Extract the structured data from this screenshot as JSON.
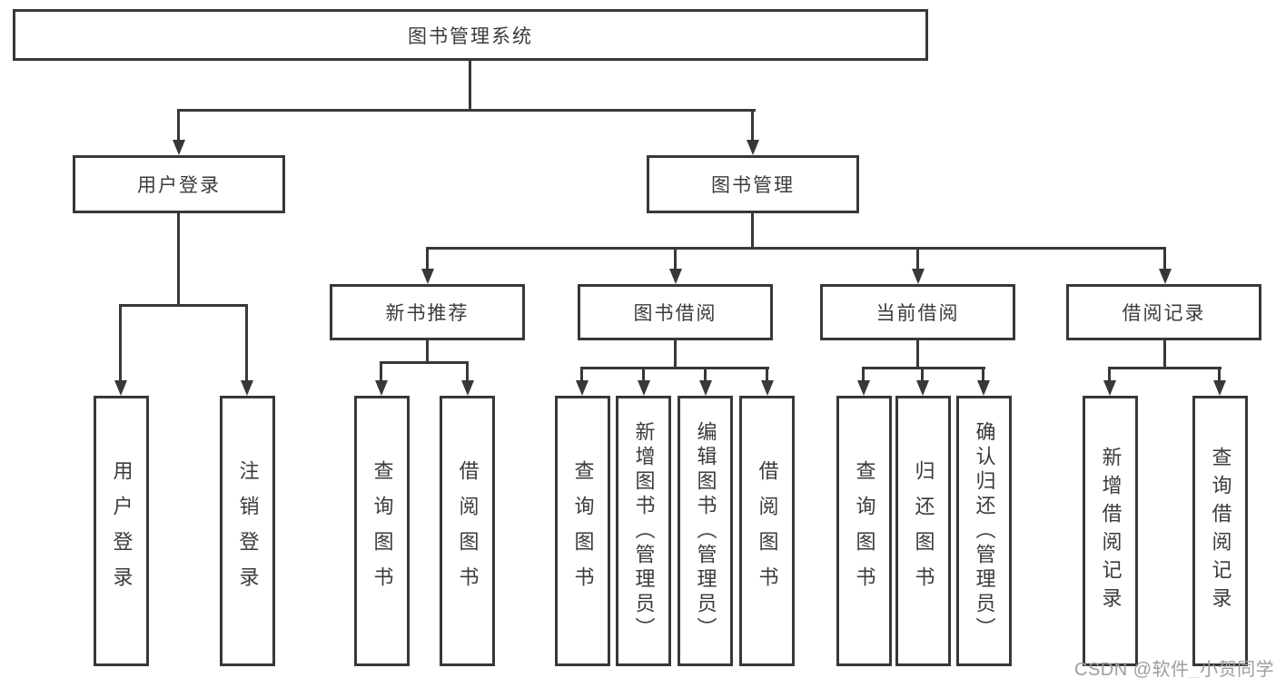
{
  "diagram": {
    "title": "图书管理系统",
    "watermark": "CSDN @软件_小贺同学",
    "colors": {
      "line": "#38383a",
      "text": "#3b3b3d",
      "watermark": "#9e9e9e",
      "background": "#ffffff"
    },
    "nodes": {
      "root": {
        "label": "图书管理系统"
      },
      "level2": [
        {
          "id": "user-login",
          "label": "用户登录"
        },
        {
          "id": "book-management",
          "label": "图书管理"
        }
      ],
      "level3": [
        {
          "id": "new-book-recommend",
          "label": "新书推荐"
        },
        {
          "id": "book-borrow",
          "label": "图书借阅"
        },
        {
          "id": "current-borrow",
          "label": "当前借阅"
        },
        {
          "id": "borrow-record",
          "label": "借阅记录"
        }
      ],
      "leaves": {
        "login": [
          "用户登录",
          "注销登录"
        ],
        "recommend": [
          "查询图书",
          "借阅图书"
        ],
        "borrow": [
          "查询图书",
          "新增图书（管理员）",
          "编辑图书（管理员）",
          "借阅图书"
        ],
        "current": [
          "查询图书",
          "归还图书",
          "确认归还（管理员）"
        ],
        "record": [
          "新增借阅记录",
          "查询借阅记录"
        ]
      }
    }
  }
}
